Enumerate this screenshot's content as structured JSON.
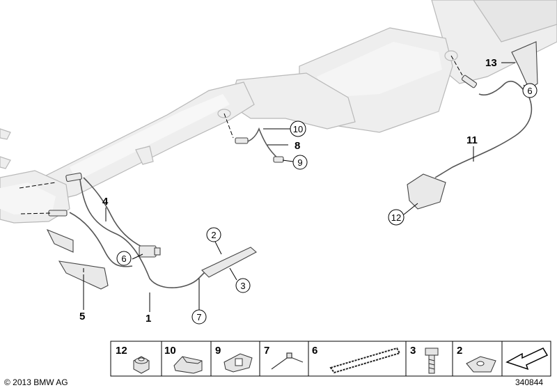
{
  "diagram": {
    "callouts": [
      {
        "id": "c1",
        "text": "1",
        "circled": false
      },
      {
        "id": "c2",
        "text": "2",
        "circled": true
      },
      {
        "id": "c3",
        "text": "3",
        "circled": true
      },
      {
        "id": "c4",
        "text": "4",
        "circled": false
      },
      {
        "id": "c5",
        "text": "5",
        "circled": false
      },
      {
        "id": "c6a",
        "text": "6",
        "circled": true
      },
      {
        "id": "c6b",
        "text": "6",
        "circled": true
      },
      {
        "id": "c7",
        "text": "7",
        "circled": true
      },
      {
        "id": "c8",
        "text": "8",
        "circled": false
      },
      {
        "id": "c9",
        "text": "9",
        "circled": true
      },
      {
        "id": "c10",
        "text": "10",
        "circled": true
      },
      {
        "id": "c11",
        "text": "11",
        "circled": false
      },
      {
        "id": "c12",
        "text": "12",
        "circled": true
      },
      {
        "id": "c13",
        "text": "13",
        "circled": false
      }
    ]
  },
  "legend": {
    "items": [
      {
        "number": "12",
        "icon": "nut-icon"
      },
      {
        "number": "10",
        "icon": "clip-icon"
      },
      {
        "number": "9",
        "icon": "bracket-clip-icon"
      },
      {
        "number": "7",
        "icon": "cable-tie-icon"
      },
      {
        "number": "6",
        "icon": "cable-strap-icon"
      },
      {
        "number": "3",
        "icon": "bolt-icon"
      },
      {
        "number": "2",
        "icon": "spring-nut-icon"
      },
      {
        "number": "",
        "icon": "arrow-icon"
      }
    ]
  },
  "footer": {
    "copyright": "© 2013 BMW AG",
    "diagram_id": "340844"
  },
  "colors": {
    "part_fill": "#eeeeee",
    "part_stroke": "#b5b5b5",
    "line": "#000000"
  }
}
